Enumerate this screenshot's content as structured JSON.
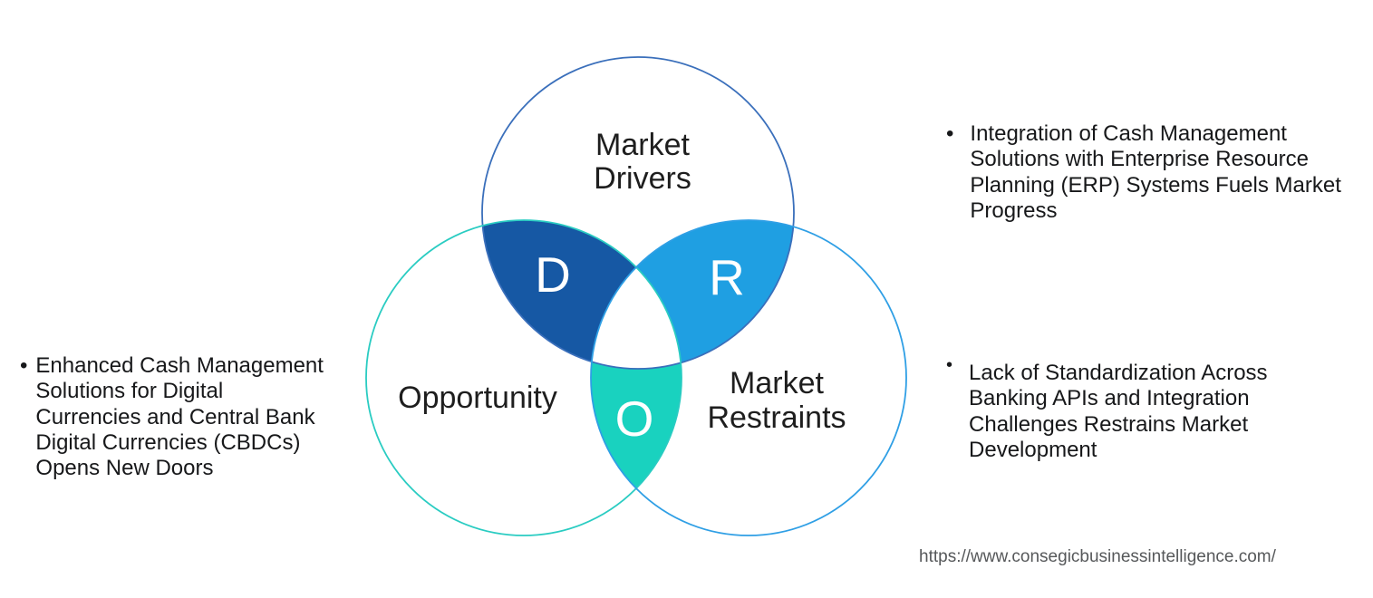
{
  "venn": {
    "circles": {
      "drivers": {
        "label": "Market\nDrivers",
        "stroke": "#3a6fbb"
      },
      "opportunity": {
        "label": "Opportunity",
        "stroke": "#2accc2"
      },
      "restraints": {
        "label": "Market\nRestraints",
        "stroke": "#2f9fe5"
      }
    },
    "regions": {
      "d": {
        "letter": "D",
        "fill": "#1658a4"
      },
      "r": {
        "letter": "R",
        "fill": "#1f9fe2"
      },
      "o": {
        "letter": "O",
        "fill": "#19d2bf"
      }
    },
    "center_fill": "#ffffff"
  },
  "notes": {
    "marker": "•",
    "opportunity_note": "Enhanced Cash Management\nSolutions for Digital\nCurrencies and Central Bank\nDigital Currencies (CBDCs)\nOpens New Doors",
    "driver_note": "Integration of Cash Management\nSolutions with Enterprise Resource\nPlanning (ERP) Systems Fuels Market\nProgress",
    "restraint_note": "Lack of Standardization Across\nBanking APIs and Integration\nChallenges Restrains Market\nDevelopment"
  },
  "footer": {
    "url": "https://www.consegicbusinessintelligence.com/"
  }
}
